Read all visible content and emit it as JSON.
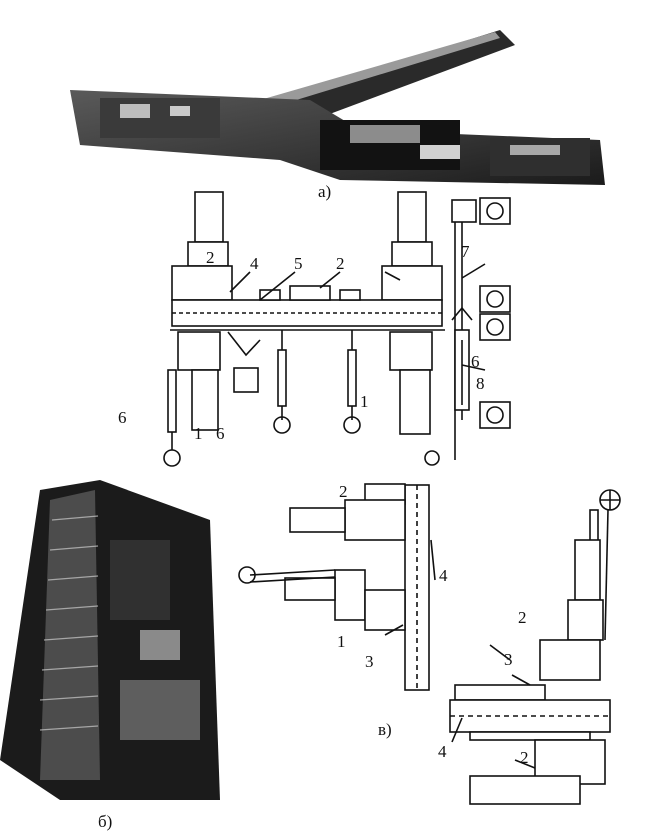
{
  "panel_labels": {
    "a": "а)",
    "b": "б)",
    "v": "в)"
  },
  "diagram_top": {
    "callouts": [
      "2",
      "4",
      "5",
      "2",
      "7",
      "6",
      "8",
      "1",
      "6",
      "1",
      "6"
    ]
  },
  "diagram_mid": {
    "callouts": [
      "2",
      "4",
      "1",
      "3"
    ]
  },
  "diagram_right": {
    "callouts": [
      "2",
      "3",
      "4",
      "2"
    ]
  },
  "colors": {
    "ink": "#111111",
    "photo_dark": "#1a1a1a",
    "photo_mid": "#6d6d6d",
    "paper": "#ffffff"
  }
}
